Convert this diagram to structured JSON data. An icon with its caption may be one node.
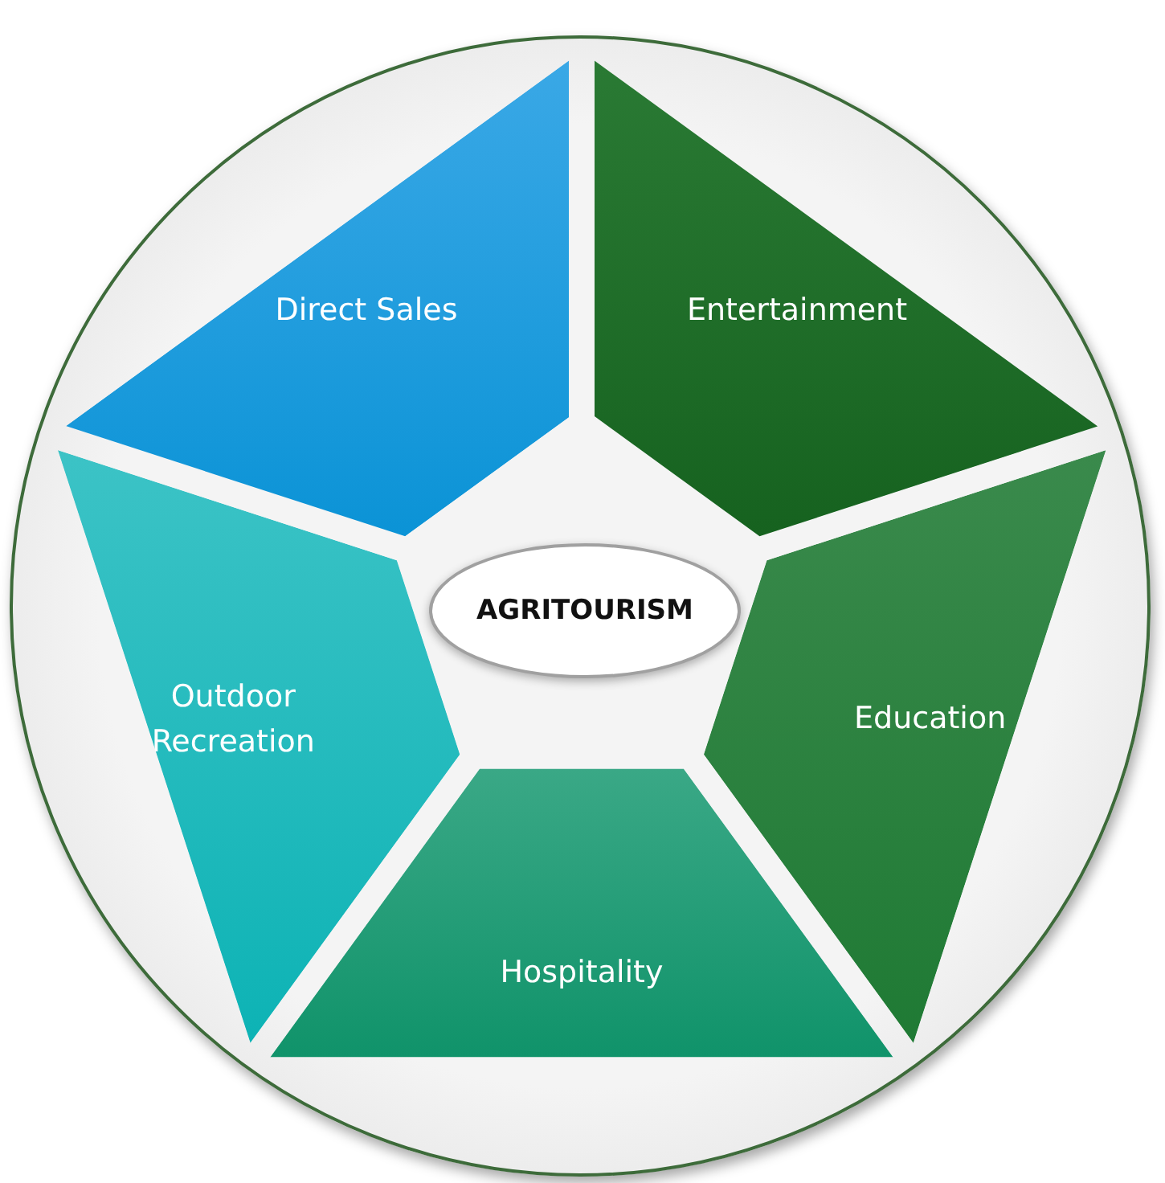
{
  "diagram": {
    "nodes": [
      {
        "text": [
          "Direct Sales"
        ]
      },
      {
        "text": [
          "Entertainment"
        ]
      },
      {
        "text": [
          "AGRITOURISM"
        ]
      },
      {
        "text": [
          "Outdoor Recreation"
        ]
      },
      {
        "text": [
          "Education"
        ]
      },
      {
        "text": [
          "Hospitality"
        ]
      }
    ],
    "edges": []
  }
}
